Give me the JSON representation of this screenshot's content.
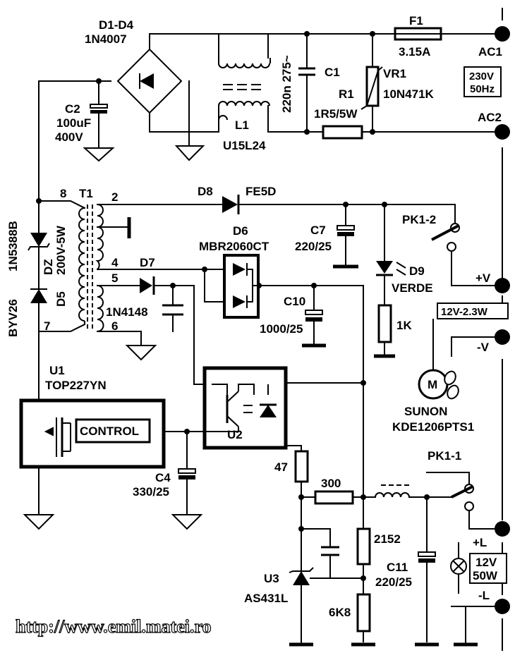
{
  "bridge": {
    "ref": "D1-D4",
    "part": "1N4007"
  },
  "c2": {
    "ref": "C2",
    "value": "100uF",
    "voltage": "400V"
  },
  "l1": {
    "ref": "L1",
    "part": "U15L24"
  },
  "c1": {
    "ref": "C1",
    "value": "220n 275~"
  },
  "f1": {
    "ref": "F1",
    "value": "3.15A"
  },
  "vr1": {
    "ref": "VR1",
    "part": "10N471K"
  },
  "r1": {
    "ref": "R1",
    "value": "1R5/5W"
  },
  "ac1": "AC1",
  "ac2": "AC2",
  "mains": {
    "line1": "230V",
    "line2": "50Hz"
  },
  "dz": {
    "part": "1N5388B",
    "ref": "DZ",
    "value": "200V-5W"
  },
  "d5": {
    "ref": "D5",
    "part": "BYV26"
  },
  "t1": {
    "ref": "T1",
    "p8": "8",
    "p7": "7",
    "p2": "2",
    "p4": "4",
    "p5": "5",
    "p6": "6"
  },
  "d8": {
    "ref": "D8",
    "part": "FE5D"
  },
  "d6": {
    "ref": "D6",
    "part": "MBR2060CT"
  },
  "c7": {
    "ref": "C7",
    "value": "220/25"
  },
  "d7": {
    "ref": "D7",
    "part": "1N4148"
  },
  "c10": {
    "ref": "C10",
    "value": "1000/25"
  },
  "pk12": "PK1-2",
  "d9": {
    "ref": "D9",
    "color": "VERDE"
  },
  "r_led": "1K",
  "vplus": "+V",
  "vminus": "-V",
  "fan_rating": "12V-2.3W",
  "fan_symbol": "M",
  "fan": {
    "brand": "SUNON",
    "model": "KDE1206PTS1"
  },
  "u1": {
    "ref": "U1",
    "part": "TOP227YN",
    "control": "CONTROL"
  },
  "u2": "U2",
  "c4": {
    "ref": "C4",
    "value": "330/25"
  },
  "r47": "47",
  "r300": "300",
  "pk11": "PK1-1",
  "lplus": "+L",
  "lminus": "-L",
  "r2152": "2152",
  "c11": {
    "ref": "C11",
    "value": "220/25"
  },
  "lamp": {
    "line1": "12V",
    "line2": "50W"
  },
  "u3": {
    "ref": "U3",
    "part": "AS431L"
  },
  "r6k8": "6K8",
  "url": "http://www.emil.matei.ro"
}
